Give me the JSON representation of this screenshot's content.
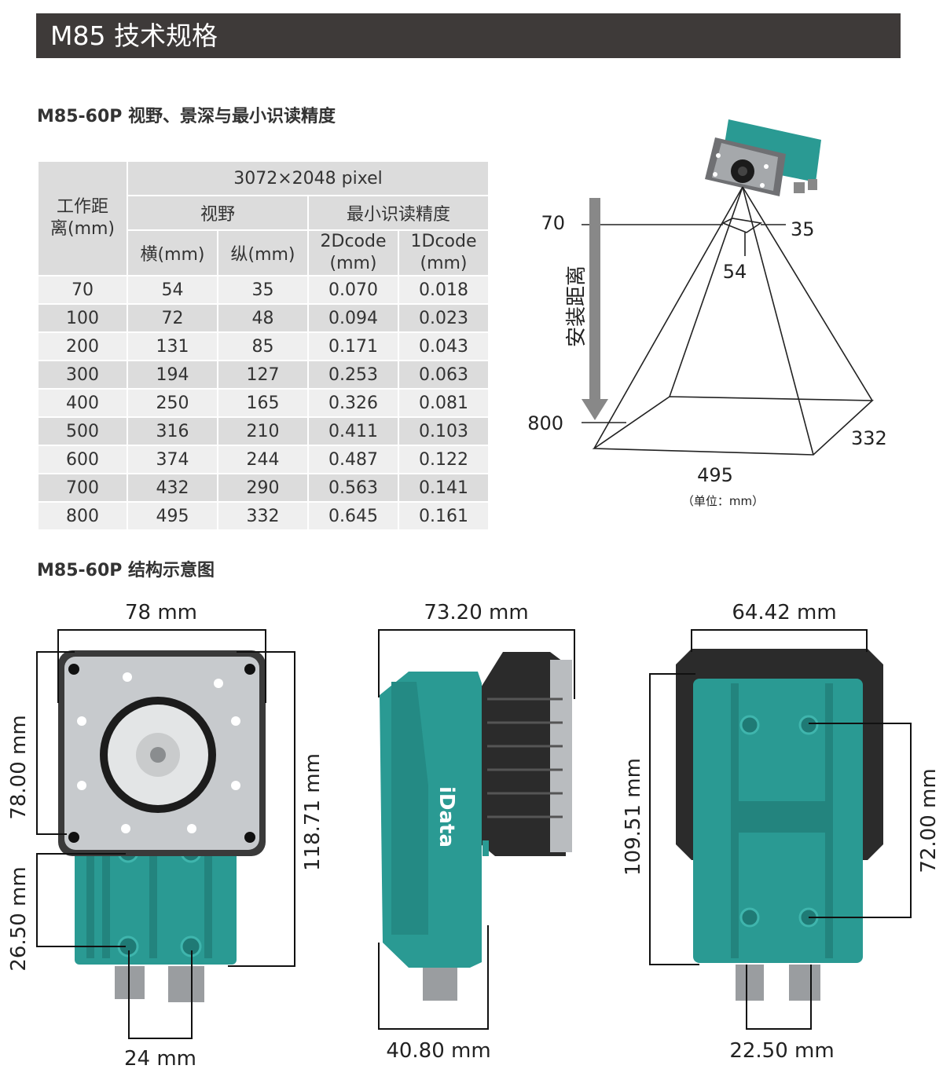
{
  "header": {
    "title": "M85 技术规格"
  },
  "fov_section": {
    "title": "M85-60P 视野、景深与最小识读精度"
  },
  "table": {
    "resolution": "3072×2048 pixel",
    "distance_header": "工作距离(mm)",
    "fov_header": "视野",
    "precision_header": "最小识读精度",
    "horizontal_header": "横(mm)",
    "vertical_header": "纵(mm)",
    "code2d_header": "2Dcode (mm)",
    "code1d_header": "1Dcode (mm)",
    "rows": [
      [
        "70",
        "54",
        "35",
        "0.070",
        "0.018"
      ],
      [
        "100",
        "72",
        "48",
        "0.094",
        "0.023"
      ],
      [
        "200",
        "131",
        "85",
        "0.171",
        "0.043"
      ],
      [
        "300",
        "194",
        "127",
        "0.253",
        "0.063"
      ],
      [
        "400",
        "250",
        "165",
        "0.326",
        "0.081"
      ],
      [
        "500",
        "316",
        "210",
        "0.411",
        "0.103"
      ],
      [
        "600",
        "374",
        "244",
        "0.487",
        "0.122"
      ],
      [
        "700",
        "432",
        "290",
        "0.563",
        "0.141"
      ],
      [
        "800",
        "495",
        "332",
        "0.645",
        "0.161"
      ]
    ]
  },
  "fov_diagram": {
    "near_distance": "70",
    "far_distance": "800",
    "near_height": "35",
    "near_width": "54",
    "far_height": "332",
    "far_width": "495",
    "install_label": "安装距离",
    "unit_note": "（单位：mm）"
  },
  "structure_section": {
    "title": "M85-60P 结构示意图"
  },
  "dimensions": {
    "front_width": "78 mm",
    "front_height_body": "78.00 mm",
    "front_height_total": "118.71 mm",
    "front_hole_vertical": "26.50 mm",
    "front_hole_horizontal": "24 mm",
    "side_depth": "73.20 mm",
    "side_bottom": "40.80 mm",
    "back_width": "64.42 mm",
    "back_height": "109.51 mm",
    "back_hole_vertical": "72.00 mm",
    "back_hole_horizontal": "22.50 mm"
  },
  "brand_logo": "iData",
  "colors": {
    "banner": "#3e3a39",
    "teal": "#2a9a93",
    "header_row": "#dcdcdc",
    "alt_row": "#efefef"
  }
}
